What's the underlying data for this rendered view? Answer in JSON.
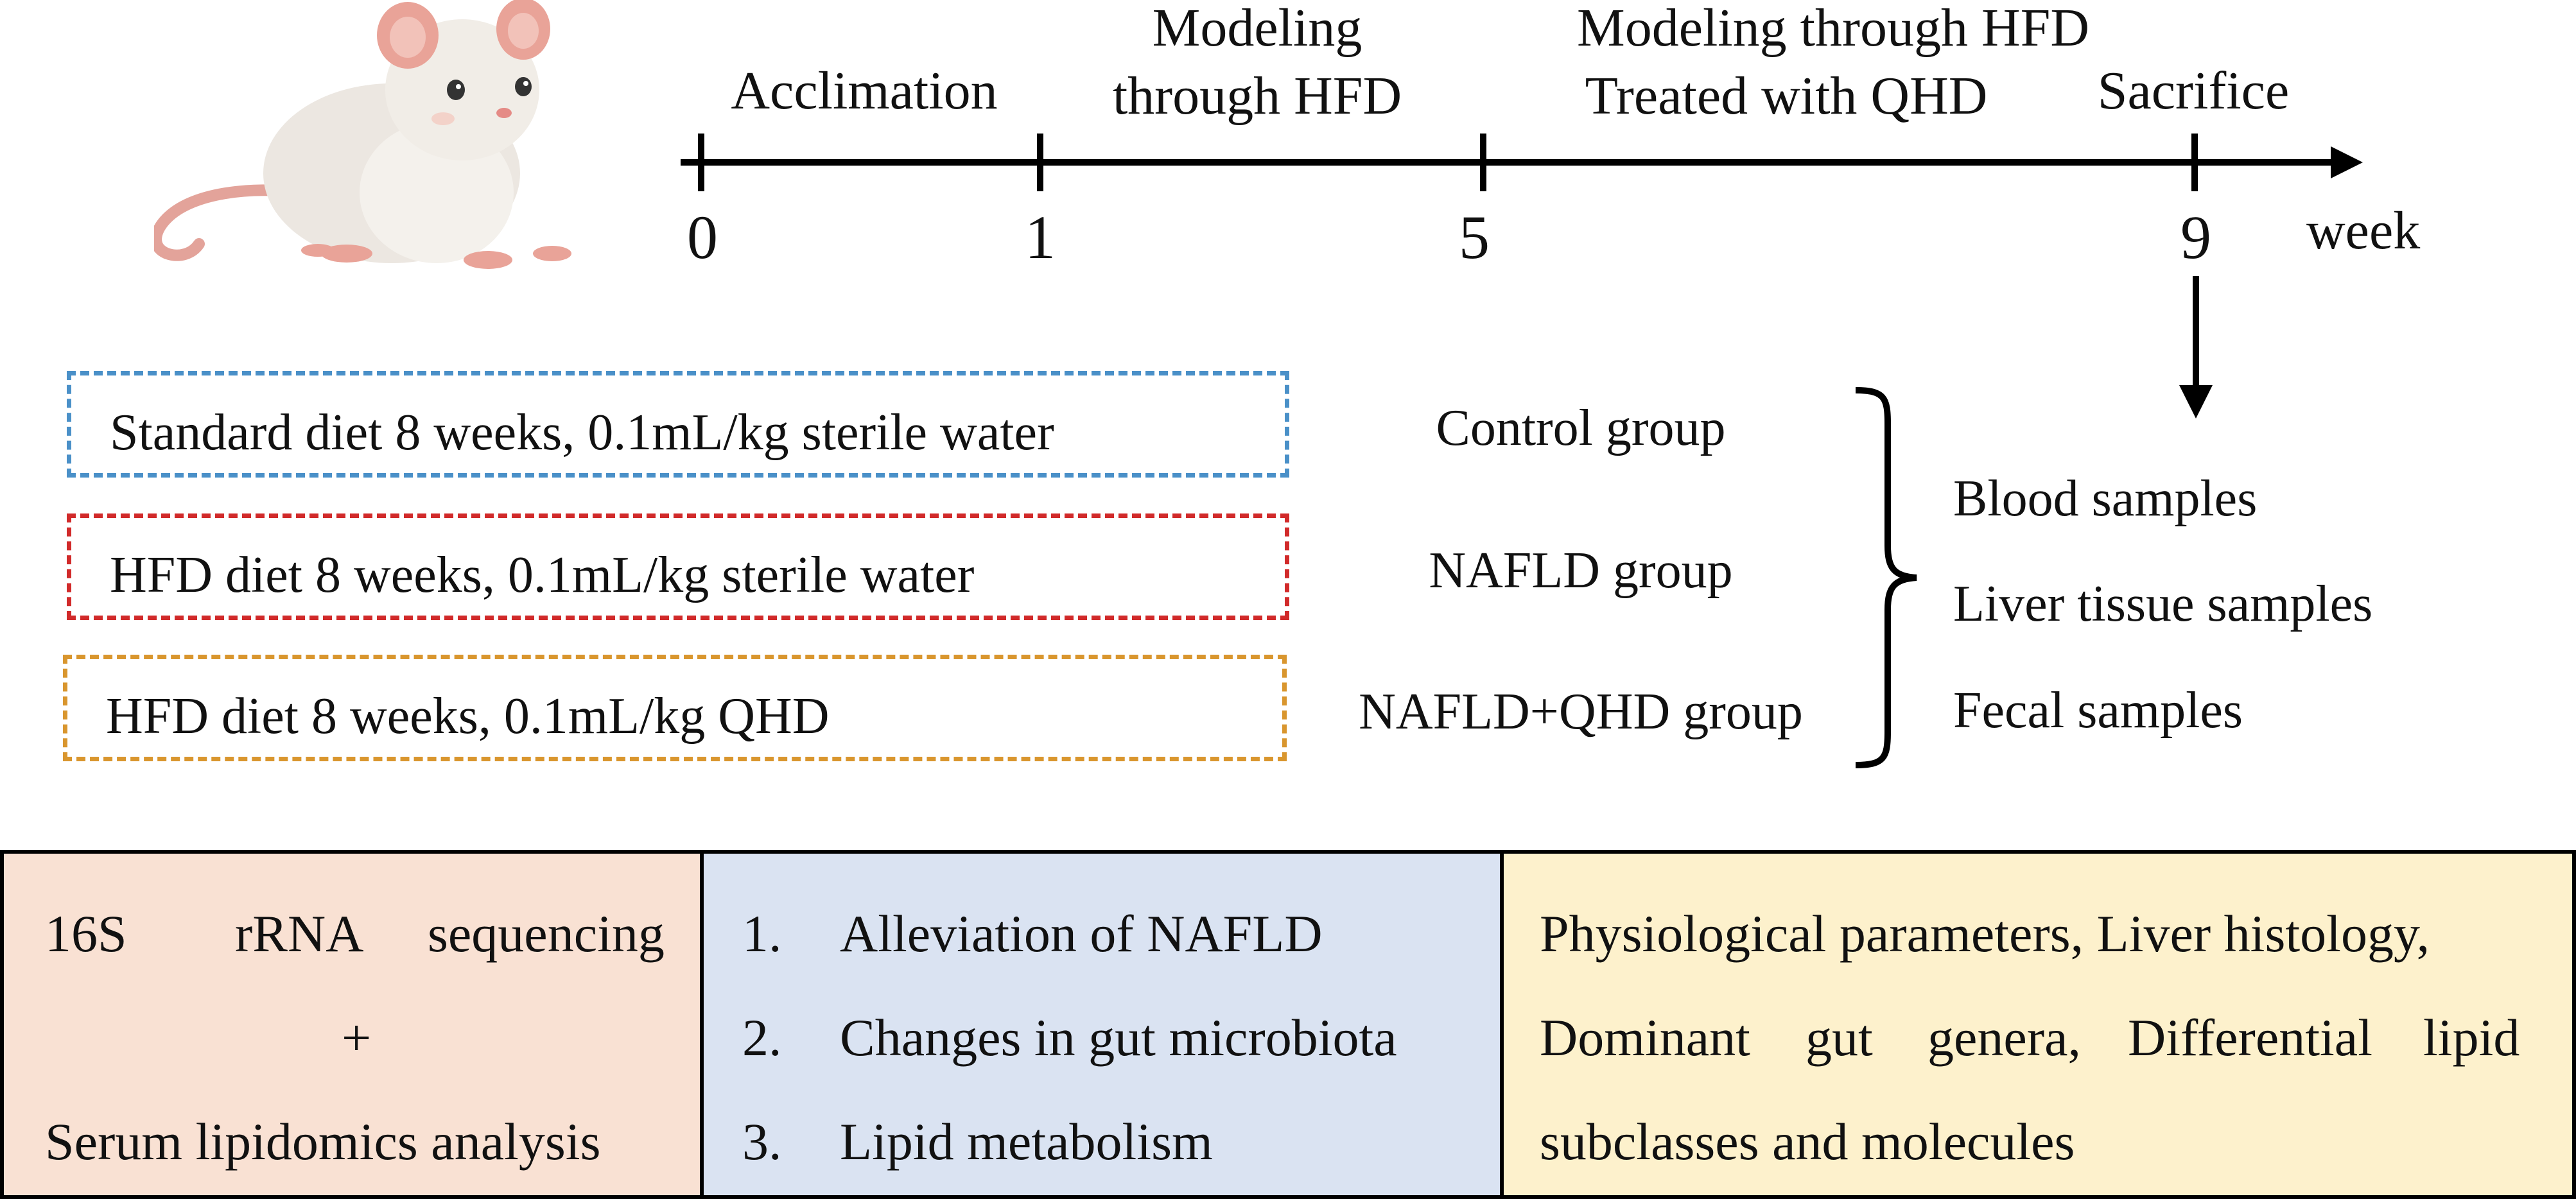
{
  "timeline": {
    "phases": [
      {
        "label": "Acclimation"
      },
      {
        "label": "Modeling through HFD"
      },
      {
        "label": "Modeling through HFD Treated with QHD"
      },
      {
        "label": "Sacrifice"
      }
    ],
    "phase_lines": {
      "p1": "Acclimation",
      "p2a": "Modeling",
      "p2b": "through HFD",
      "p3a": "Modeling through HFD",
      "p3b": "Treated with QHD",
      "p4": "Sacrifice"
    },
    "ticks": [
      "0",
      "1",
      "5",
      "9"
    ],
    "unit": "week"
  },
  "conditions": [
    {
      "text": "Standard diet 8 weeks, 0.1mL/kg sterile water",
      "color": "#4a90c8",
      "group": "Control group"
    },
    {
      "text": "HFD diet 8 weeks, 0.1mL/kg sterile water",
      "color": "#d12a2a",
      "group": "NAFLD group"
    },
    {
      "text": "HFD diet 8 weeks, 0.1mL/kg QHD",
      "color": "#d9962e",
      "group": "NAFLD+QHD group"
    }
  ],
  "samples": [
    "Blood samples",
    "Liver tissue samples",
    "Fecal samples"
  ],
  "panels": {
    "methods": {
      "line1": [
        "16S",
        "rRNA",
        "sequencing"
      ],
      "plus": "+",
      "line3": "Serum lipidomics analysis",
      "bg": "#f9e1d3"
    },
    "aims": {
      "items": [
        {
          "num": "1.",
          "text": "Alleviation of NAFLD"
        },
        {
          "num": "2.",
          "text": "Changes in gut microbiota"
        },
        {
          "num": "3.",
          "text": "Lipid metabolism"
        }
      ],
      "bg": "#dae3f2"
    },
    "results": {
      "line1": "Physiological parameters, Liver histology,",
      "line2": [
        "Dominant",
        "gut",
        "genera,",
        "Differential",
        "lipid"
      ],
      "line3": "subclasses and  molecules",
      "bg": "#fdf1cc"
    }
  },
  "icons": {
    "mouse": "mouse-icon"
  }
}
